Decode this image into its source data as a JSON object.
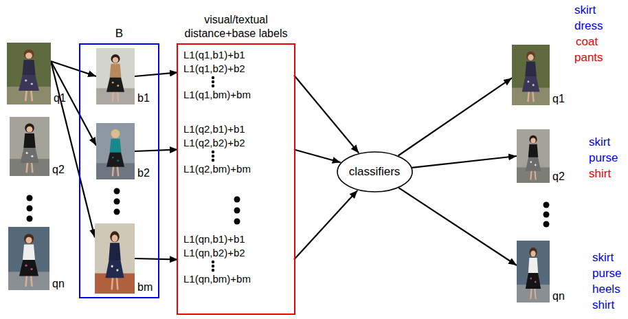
{
  "diagram": {
    "nodes": [
      {
        "text": [
          "q1"
        ]
      },
      {
        "text": [
          "q2"
        ]
      },
      {
        "text": [
          "qn"
        ]
      },
      {
        "text": [
          "B"
        ]
      },
      {
        "text": [
          "b1"
        ],
        "in": 3
      },
      {
        "text": [
          "b2"
        ],
        "in": 3
      },
      {
        "text": [
          "bm"
        ],
        "in": 3
      },
      {
        "text": [
          "visual/textual distance+base labels"
        ]
      },
      {
        "text": [
          "L1(q1,b1)+b1",
          "L1(q1,b2)+b2",
          "L1(q1,bm)+bm"
        ],
        "in": 7
      },
      {
        "text": [
          "L1(q2,b1)+b1",
          "L1(q2,b2)+b2",
          "L1(q2,bm)+bm"
        ],
        "in": 7
      },
      {
        "text": [
          "L1(qn,b1)+b1",
          "L1(qn,b2)+b2",
          "L1(qn,bm)+bm"
        ],
        "in": 7
      },
      {
        "text": [
          "classifiers"
        ]
      },
      {
        "text": [
          "q1"
        ]
      },
      {
        "text": [
          "q2"
        ]
      },
      {
        "text": [
          "qn"
        ]
      }
    ],
    "edges": [
      {
        "from": 0,
        "to": 4,
        "arrow": "to"
      },
      {
        "from": 0,
        "to": 5,
        "arrow": "to"
      },
      {
        "from": 0,
        "to": 6,
        "arrow": "to"
      },
      {
        "from": 4,
        "to": 8,
        "arrow": "to"
      },
      {
        "from": 5,
        "to": 9,
        "arrow": "to"
      },
      {
        "from": 6,
        "to": 10,
        "arrow": "to"
      },
      {
        "from": 8,
        "to": 11,
        "arrow": "to"
      },
      {
        "from": 9,
        "to": 11,
        "arrow": "to"
      },
      {
        "from": 10,
        "to": 11,
        "arrow": "to"
      },
      {
        "from": 11,
        "to": 12,
        "arrow": "to"
      },
      {
        "from": 11,
        "to": 13,
        "arrow": "to"
      },
      {
        "from": 11,
        "to": 14,
        "arrow": "to"
      }
    ],
    "labels": [
      "skirt",
      "dress",
      "coat",
      "pants",
      "skirt",
      "purse",
      "shirt",
      "skirt",
      "purse",
      "heels",
      "shirt"
    ]
  }
}
